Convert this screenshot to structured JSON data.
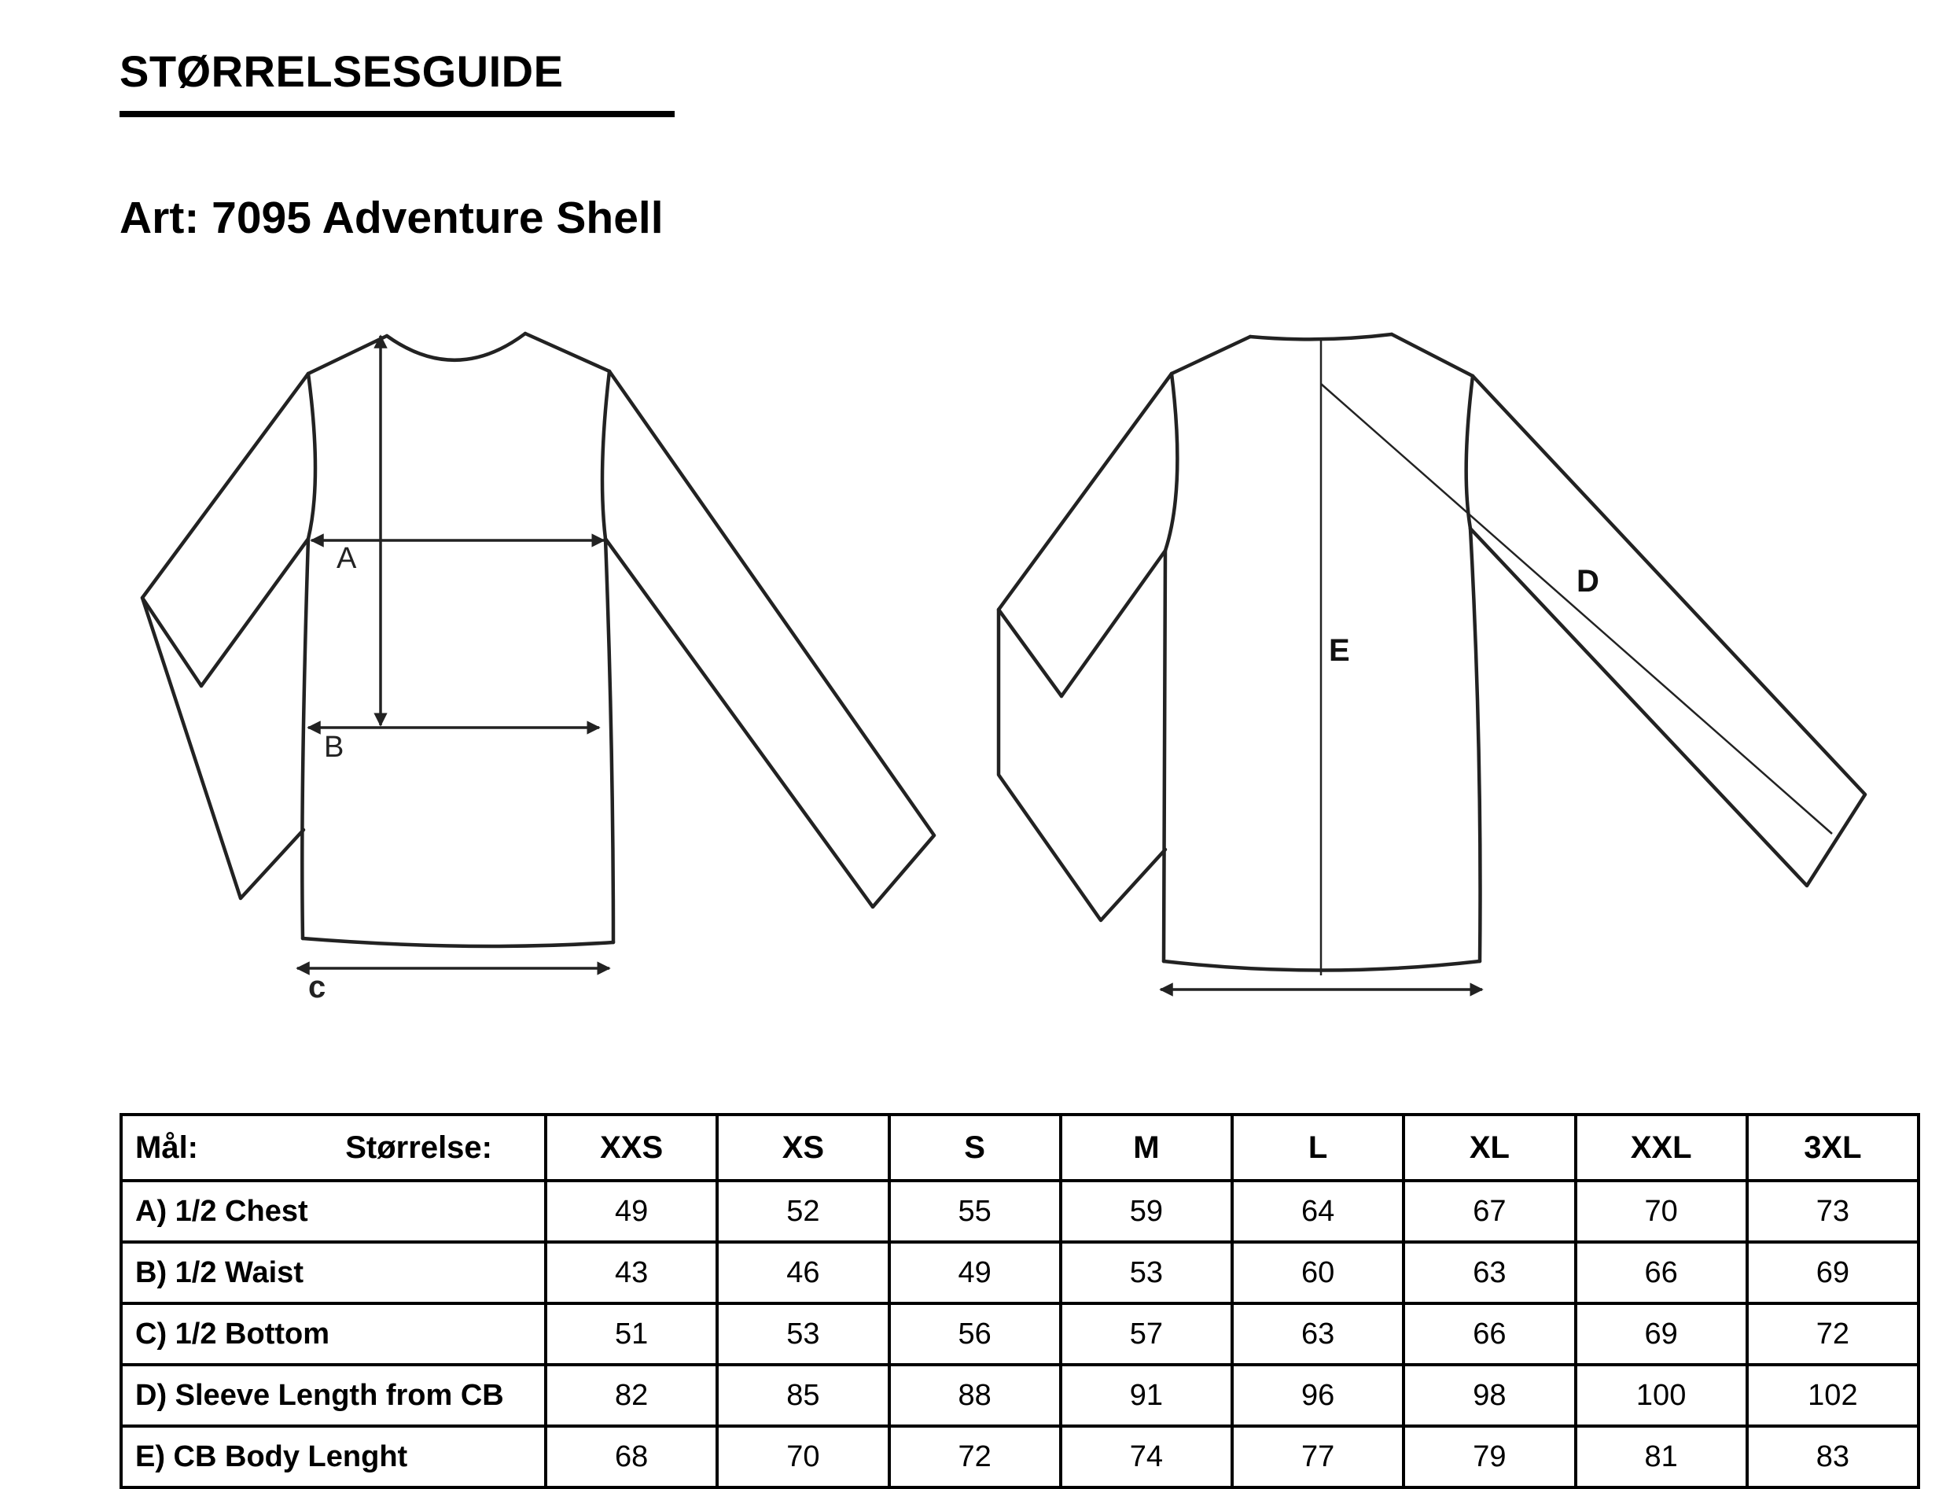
{
  "header": {
    "guide_title": "STØRRELSESGUIDE",
    "article_title": "Art: 7095 Adventure Shell"
  },
  "diagram": {
    "front_labels": {
      "a": "A",
      "b": "B",
      "c": "c"
    },
    "back_labels": {
      "d": "D",
      "e": "E"
    }
  },
  "table": {
    "measure_label": "Mål:",
    "size_label": "Størrelse:",
    "sizes": [
      "XXS",
      "XS",
      "S",
      "M",
      "L",
      "XL",
      "XXL",
      "3XL"
    ],
    "rows": [
      {
        "label": "A) 1/2 Chest",
        "values": [
          "49",
          "52",
          "55",
          "59",
          "64",
          "67",
          "70",
          "73"
        ]
      },
      {
        "label": "B) 1/2 Waist",
        "values": [
          "43",
          "46",
          "49",
          "53",
          "60",
          "63",
          "66",
          "69"
        ]
      },
      {
        "label": "C) 1/2 Bottom",
        "values": [
          "51",
          "53",
          "56",
          "57",
          "63",
          "66",
          "69",
          "72"
        ]
      },
      {
        "label": "D) Sleeve Length from CB",
        "values": [
          "82",
          "85",
          "88",
          "91",
          "96",
          "98",
          "100",
          "102"
        ]
      },
      {
        "label": "E) CB Body Lenght",
        "values": [
          "68",
          "70",
          "72",
          "74",
          "77",
          "79",
          "81",
          "83"
        ]
      }
    ]
  }
}
